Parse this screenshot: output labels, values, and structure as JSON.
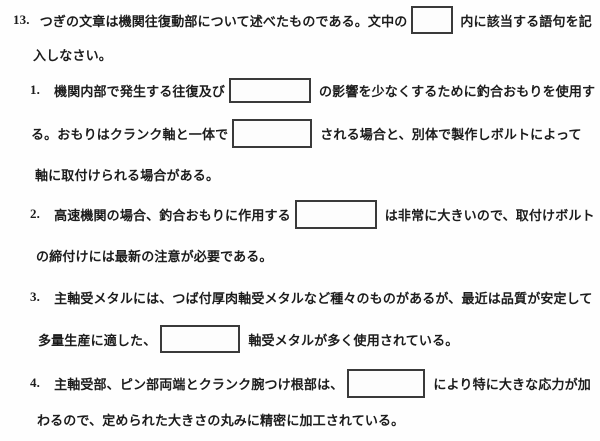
{
  "question": {
    "number": "13.",
    "intro": {
      "line1_before_blank": "つぎの文章は機関往復動部について述べたものである。文中の",
      "line1_after_blank": "内に該当する語句を記",
      "line2": "入しなさい。"
    }
  },
  "items": [
    {
      "number": "1.",
      "line1_before_blank": "機関内部で発生する往復及び",
      "line1_after_blank": "の影響を少なくするために釣合おもりを使用す",
      "line2_before_blank": "る。おもりはクランク軸と一体で",
      "line2_after_blank": "される場合と、別体で製作しボルトによって",
      "line3": "軸に取付けられる場合がある。"
    },
    {
      "number": "2.",
      "line1_before_blank": "高速機関の場合、釣合おもりに作用する",
      "line1_after_blank": "は非常に大きいので、取付けボルト",
      "line2": "の締付けには最新の注意が必要である。"
    },
    {
      "number": "3.",
      "line1": "主軸受メタルには、つば付厚肉軸受メタルなど種々のものがあるが、最近は品質が安定して",
      "line2_before_blank": "多量生産に適した、",
      "line2_after_blank": "軸受メタルが多く使用されている。"
    },
    {
      "number": "4.",
      "line1_before_blank": "主軸受部、ピン部両端とクランク腕つけ根部は、",
      "line1_after_blank": "により特に大きな応力が加",
      "line2": "わるので、定められた大きさの丸みに精密に加工されている。"
    }
  ],
  "colors": {
    "paper": "#fefefe",
    "ink": "#1c1c1c",
    "blank_border": "#3a3a3a"
  }
}
